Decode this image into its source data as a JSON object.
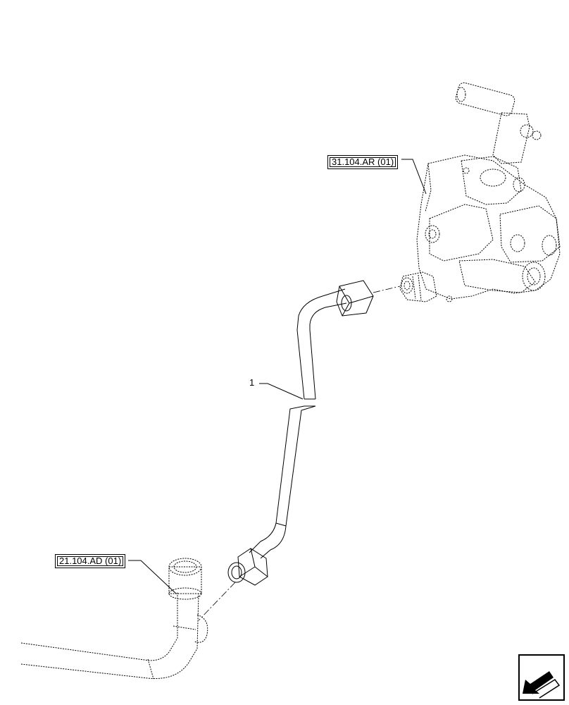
{
  "callouts": {
    "reference_top": "31.104.AR (01)",
    "reference_bottom": "21.104.AD (01)",
    "item_number": "1"
  },
  "icons": {
    "navigation": "next-page-arrow-icon"
  },
  "colors": {
    "line": "#000000",
    "background": "#ffffff"
  }
}
